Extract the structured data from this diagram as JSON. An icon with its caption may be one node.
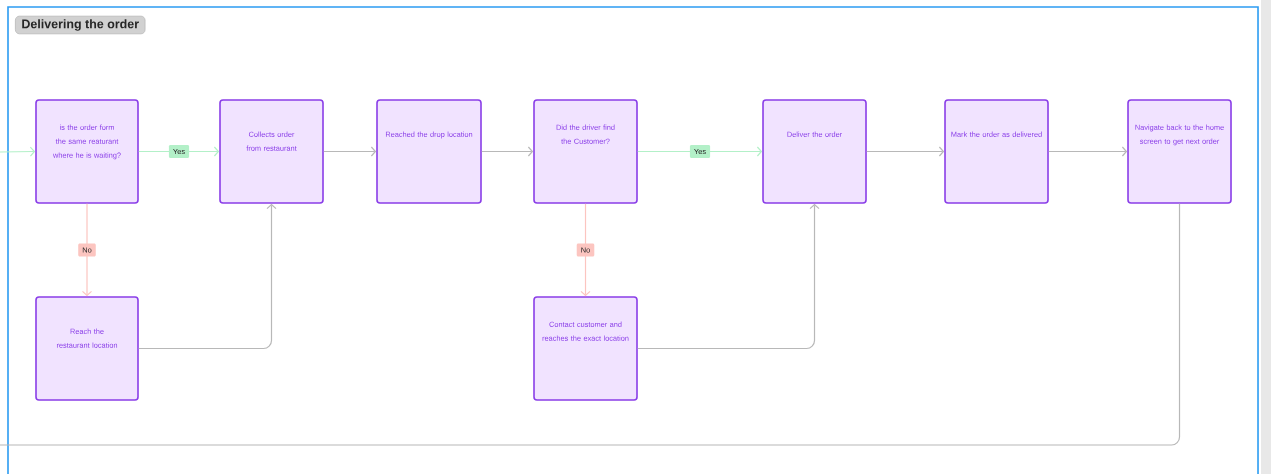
{
  "diagram": {
    "title": "Delivering the order",
    "nodes": [
      {
        "text": [
          "is the order form the same reaturant where he is waiting?"
        ]
      },
      {
        "text": [
          "Collects order from restaurant"
        ]
      },
      {
        "text": [
          "Reached the drop location"
        ]
      },
      {
        "text": [
          "Did the driver find the Customer?"
        ]
      },
      {
        "text": [
          "Deliver the order"
        ]
      },
      {
        "text": [
          "Mark the order as delivered"
        ]
      },
      {
        "text": [
          "Navigate back to the home screen to get next order"
        ]
      },
      {
        "text": [
          "Reach the restaurant location"
        ]
      },
      {
        "text": [
          "Contact customer and reaches the exact location"
        ]
      }
    ],
    "edges": [
      {
        "from": null,
        "to": 0,
        "arrow": "to",
        "color": "#b3f0c8"
      },
      {
        "from": 0,
        "to": 1,
        "arrow": "to",
        "label": "Yes",
        "color": "#b3f0c8"
      },
      {
        "from": 1,
        "to": 2,
        "arrow": "to"
      },
      {
        "from": 2,
        "to": 3,
        "arrow": "to"
      },
      {
        "from": 3,
        "to": 4,
        "arrow": "to",
        "label": "Yes",
        "color": "#b3f0c8"
      },
      {
        "from": 4,
        "to": 5,
        "arrow": "to"
      },
      {
        "from": 5,
        "to": 6,
        "arrow": "to"
      },
      {
        "from": 0,
        "to": 7,
        "arrow": "to",
        "label": "No",
        "color": "#fcc5c0"
      },
      {
        "from": 7,
        "to": 1,
        "arrow": "to"
      },
      {
        "from": 3,
        "to": 8,
        "arrow": "to",
        "label": "No",
        "color": "#fcc5c0"
      },
      {
        "from": 8,
        "to": 4,
        "arrow": "to"
      },
      {
        "from": 6,
        "to": null,
        "arrow": "none"
      }
    ]
  }
}
